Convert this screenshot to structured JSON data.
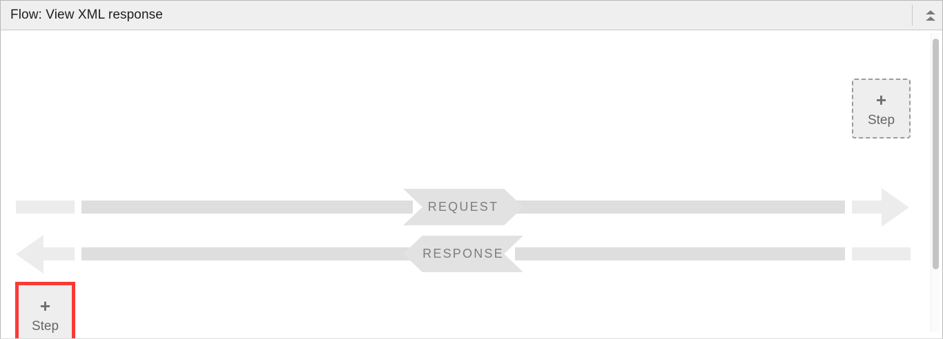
{
  "panel": {
    "title": "Flow: View XML response",
    "collapse_icon": "double-chevron-up-icon",
    "accent_highlight_color": "#fa3a35",
    "bar_color_primary": "#dedede",
    "bar_color_secondary": "#ececec",
    "banner_color": "#e2e2e2",
    "header_background": "#efefef"
  },
  "steps": [
    {
      "id": "step-top-right",
      "plus": "+",
      "label": "Step",
      "border_style": "dashed",
      "border_color": "#9a9a9a",
      "selected": false
    },
    {
      "id": "step-bottom-left",
      "plus": "+",
      "label": "Step",
      "border_style": "solid",
      "border_color": "#fa3a35",
      "selected": true
    }
  ],
  "flows": [
    {
      "id": "request",
      "label": "REQUEST",
      "direction": "right"
    },
    {
      "id": "response",
      "label": "RESPONSE",
      "direction": "left"
    }
  ],
  "scrollbar": {
    "orientation": "vertical",
    "thumb_position": "top"
  }
}
